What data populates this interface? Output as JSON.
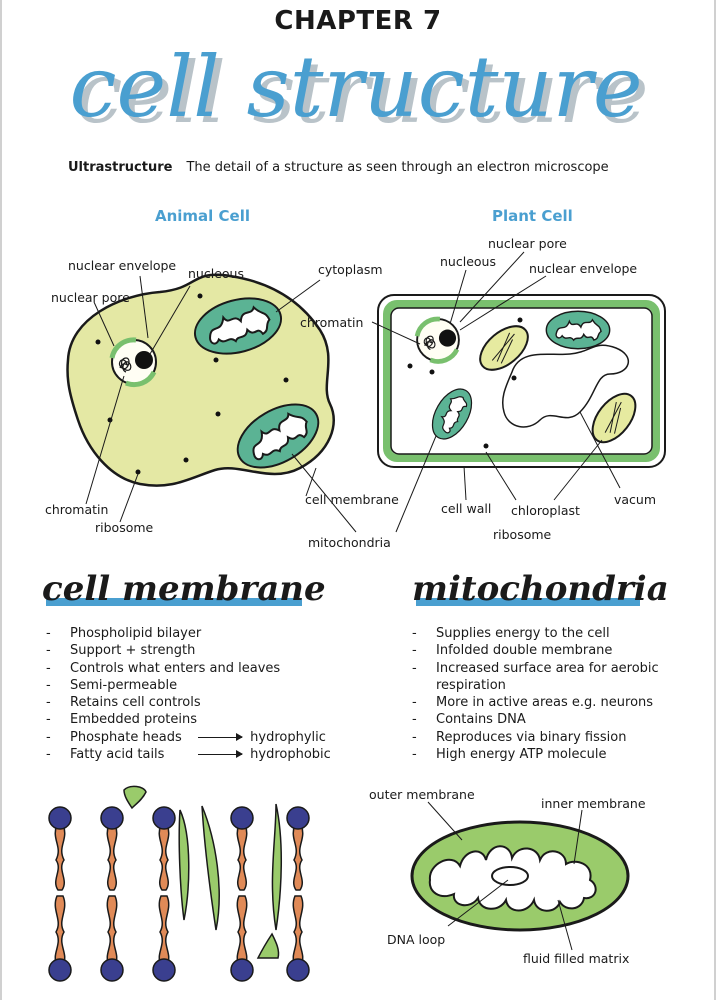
{
  "header": {
    "chapter": "CHAPTER 7",
    "title": "cell structure",
    "definition_term": "Ultrastructure",
    "definition_text": "The detail of a structure as seen through an electron microscope"
  },
  "animal_cell": {
    "title": "Animal Cell",
    "labels": {
      "nuclear_envelope": "nuclear envelope",
      "nucleous": "nucleous",
      "nuclear_pore": "nuclear pore",
      "cytoplasm": "cytoplasm",
      "chromatin": "chromatin",
      "ribosome": "ribosome",
      "cell_membrane": "cell membrane",
      "mitochondria": "mitochondria"
    }
  },
  "plant_cell": {
    "title": "Plant Cell",
    "labels": {
      "nuclear_pore": "nuclear pore",
      "nucleous": "nucleous",
      "nuclear_envelope": "nuclear envelope",
      "chromatin": "chromatin",
      "cell_wall": "cell wall",
      "chloroplast": "chloroplast",
      "vacum": "vacum",
      "ribosome": "ribosome"
    }
  },
  "cell_membrane": {
    "heading": "cell membrane",
    "points": [
      "Phospholipid bilayer",
      "Support + strength",
      "Controls what enters and leaves",
      "Semi-permeable",
      "Retains cell controls",
      "Embedded proteins"
    ],
    "arrow_points": [
      {
        "left": "Phosphate heads",
        "right": "hydrophylic"
      },
      {
        "left": "Fatty acid tails",
        "right": "hydrophobic"
      }
    ]
  },
  "mitochondria": {
    "heading": "mitochondria",
    "points": [
      "Supplies energy to the cell",
      "Infolded double membrane",
      "Increased surface area for aerobic",
      "respiration",
      "More in active areas e.g. neurons",
      "Contains DNA",
      "Reproduces via binary fission",
      "High energy ATP molecule"
    ],
    "diagram_labels": {
      "outer_membrane": "outer membrane",
      "inner_membrane": "inner membrane",
      "dna_loop": "DNA loop",
      "fluid_filled_matrix": "fluid filled matrix"
    }
  },
  "colors": {
    "accent_blue": "#4a9fd0",
    "cytoplasm_yellow": "#e4e8a4",
    "organelle_green": "#5bb394",
    "chloroplast_yellow": "#e6eaa0",
    "plant_wall_green": "#79c06e",
    "lipid_head_blue": "#3a3f8f",
    "lipid_tail_orange": "#e08a57",
    "protein_green": "#9acb6b"
  }
}
